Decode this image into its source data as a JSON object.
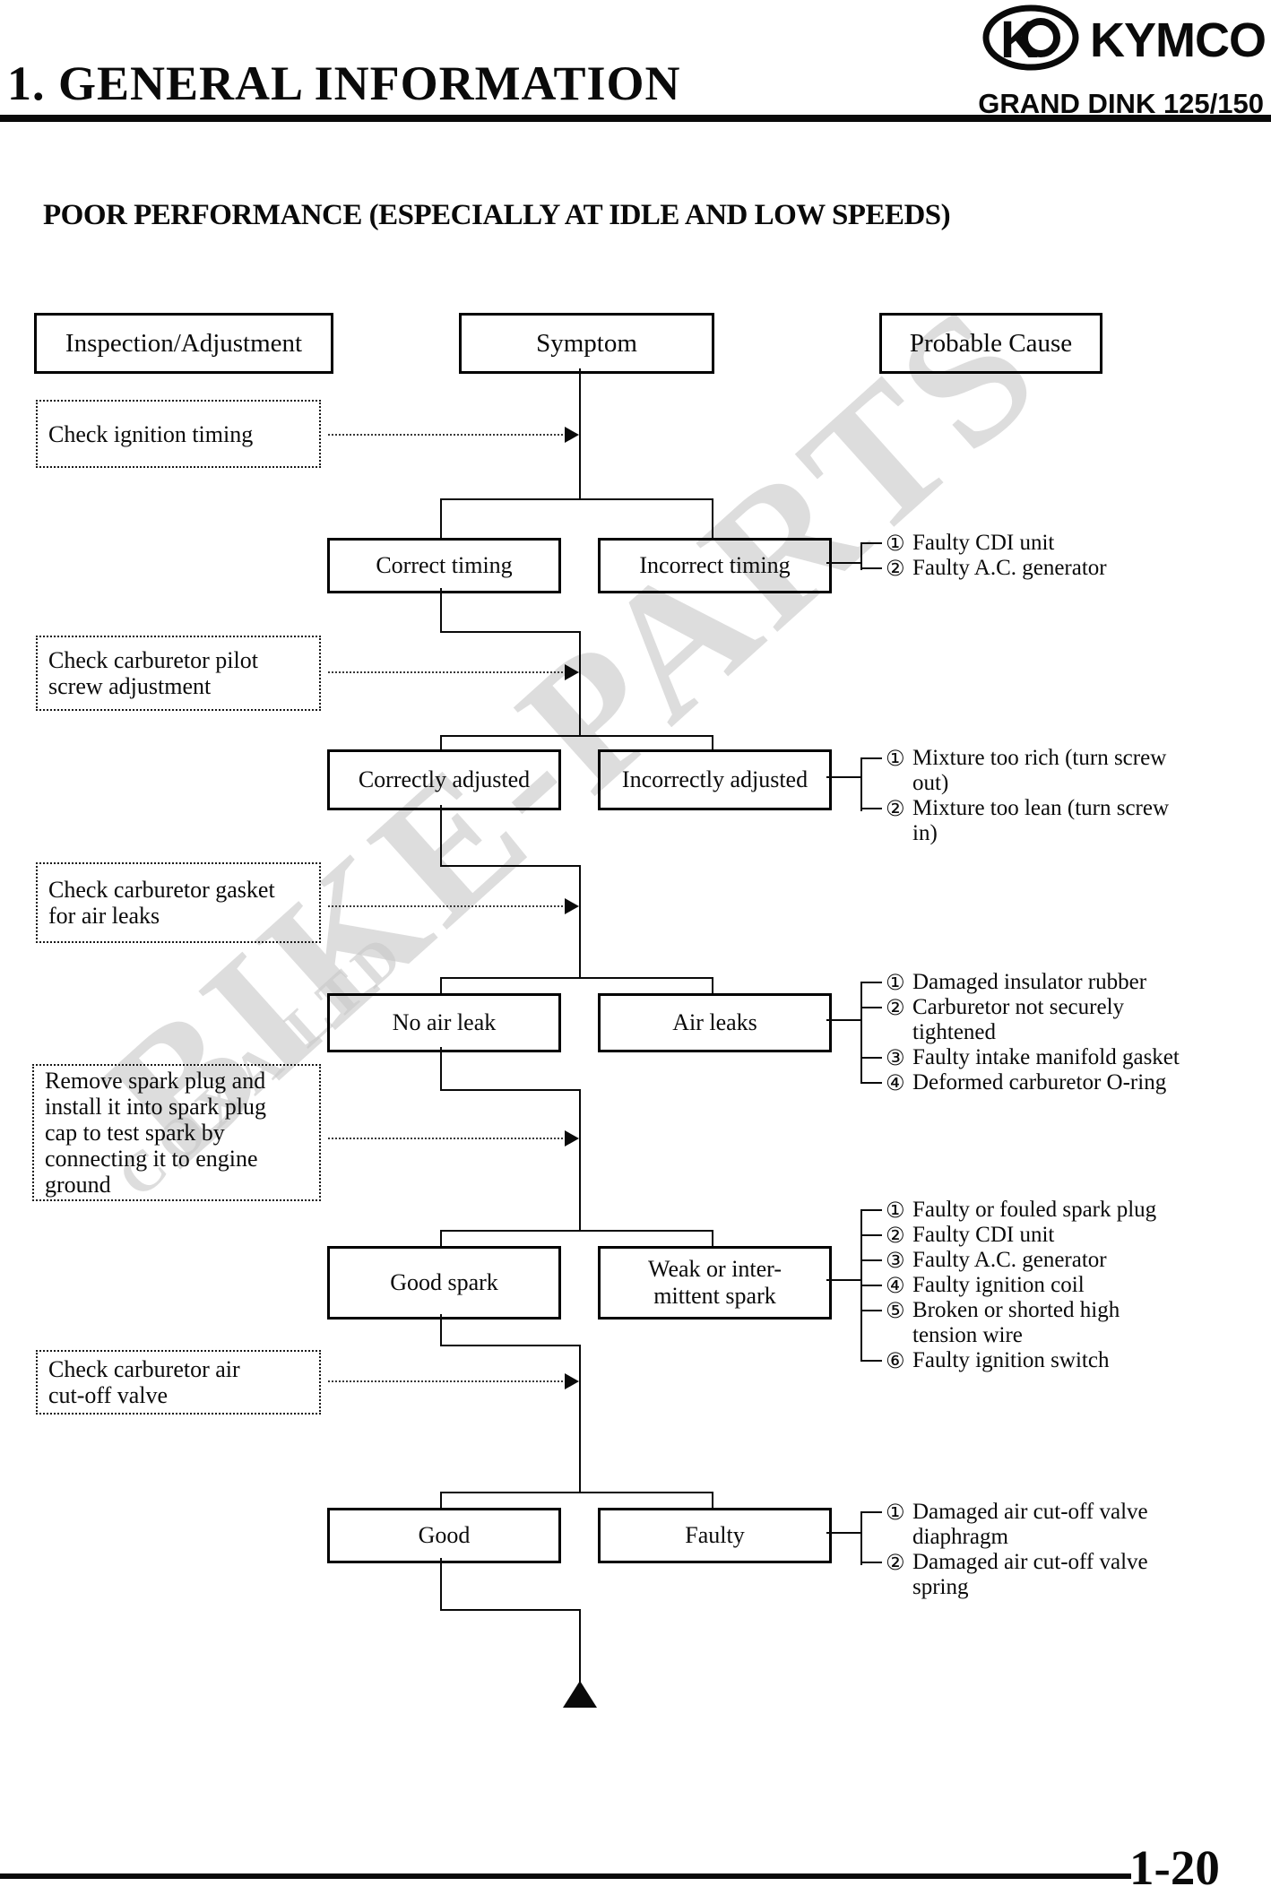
{
  "page": {
    "brand": "KYMCO",
    "model": "GRAND DINK 125/150",
    "section_title": "1. GENERAL INFORMATION",
    "doc_title": "POOR PERFORMANCE (ESPECIALLY AT IDLE AND LOW SPEEDS)",
    "page_number": "1-20",
    "watermark": {
      "main": "BIKE-PARTS",
      "sub": "COXA LTD"
    }
  },
  "columns": {
    "inspection": "Inspection/Adjustment",
    "symptom": "Symptom",
    "probable_cause": "Probable Cause"
  },
  "flow": {
    "stages": [
      {
        "inspection": "Check ignition timing",
        "good": "Correct timing",
        "bad": "Incorrect timing",
        "causes": [
          {
            "num": "①",
            "text": "Faulty CDI unit"
          },
          {
            "num": "②",
            "text": "Faulty A.C. generator"
          }
        ]
      },
      {
        "inspection": "Check carburetor pilot\nscrew adjustment",
        "good": "Correctly adjusted",
        "bad": "Incorrectly adjusted",
        "causes": [
          {
            "num": "①",
            "text": "Mixture too rich (turn screw\nout)"
          },
          {
            "num": "②",
            "text": "Mixture too lean (turn screw\nin)"
          }
        ]
      },
      {
        "inspection": "Check carburetor gasket\nfor air leaks",
        "good": "No air leak",
        "bad": "Air leaks",
        "causes": [
          {
            "num": "①",
            "text": "Damaged insulator rubber"
          },
          {
            "num": "②",
            "text": "Carburetor not securely\ntightened"
          },
          {
            "num": "③",
            "text": "Faulty intake manifold gasket"
          },
          {
            "num": "④",
            "text": "Deformed carburetor O-ring"
          }
        ]
      },
      {
        "inspection": "Remove spark plug and\ninstall it into spark plug\ncap to test spark by\nconnecting it to engine\nground",
        "good": "Good spark",
        "bad": "Weak or inter-\nmittent spark",
        "causes": [
          {
            "num": "①",
            "text": "Faulty or fouled spark plug"
          },
          {
            "num": "②",
            "text": "Faulty CDI unit"
          },
          {
            "num": "③",
            "text": "Faulty A.C. generator"
          },
          {
            "num": "④",
            "text": "Faulty ignition coil"
          },
          {
            "num": "⑤",
            "text": "Broken or shorted high\ntension wire"
          },
          {
            "num": "⑥",
            "text": "Faulty ignition switch"
          }
        ]
      },
      {
        "inspection": "Check carburetor air\ncut-off valve",
        "good": "Good",
        "bad": "Faulty",
        "causes": [
          {
            "num": "①",
            "text": "Damaged air cut-off valve\ndiaphragm"
          },
          {
            "num": "②",
            "text": "Damaged air cut-off valve\nspring"
          }
        ]
      }
    ]
  }
}
